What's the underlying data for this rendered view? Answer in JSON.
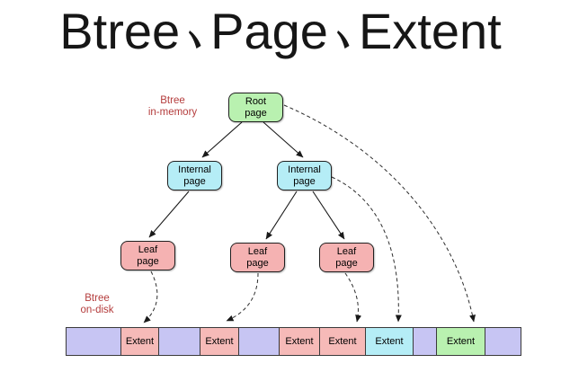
{
  "title": "Btree、Page、Extent",
  "title_parts": [
    "Btree",
    "Page",
    "Extent"
  ],
  "title_separator": "、",
  "annotations": {
    "in_memory": {
      "line1": "Btree",
      "line2": "in-memory"
    },
    "on_disk": {
      "line1": "Btree",
      "line2": "on-disk"
    }
  },
  "tree": {
    "root": {
      "line1": "Root",
      "line2": "page"
    },
    "internal_left": {
      "line1": "Internal",
      "line2": "page"
    },
    "internal_right": {
      "line1": "Internal",
      "line2": "page"
    },
    "leaf_1": {
      "line1": "Leaf",
      "line2": "page"
    },
    "leaf_2": {
      "line1": "Leaf",
      "line2": "page"
    },
    "leaf_3": {
      "line1": "Leaf",
      "line2": "page"
    }
  },
  "disk_bar": {
    "blocks": [
      {
        "kind": "free",
        "label": ""
      },
      {
        "kind": "leaf-extent",
        "label": "Extent"
      },
      {
        "kind": "free",
        "label": ""
      },
      {
        "kind": "leaf-extent",
        "label": "Extent"
      },
      {
        "kind": "free",
        "label": ""
      },
      {
        "kind": "leaf-extent",
        "label": "Extent"
      },
      {
        "kind": "leaf-extent",
        "label": "Extent"
      },
      {
        "kind": "internal-extent",
        "label": "Extent"
      },
      {
        "kind": "free",
        "label": ""
      },
      {
        "kind": "root-extent",
        "label": "Extent"
      },
      {
        "kind": "free",
        "label": ""
      }
    ]
  },
  "colors": {
    "root_page": "#b9f1b0",
    "internal_page": "#b5edf6",
    "leaf_page": "#f5b2b2",
    "free_space": "#c7c5f3",
    "extent_leaf": "#f6bab8",
    "extent_internal": "#b5edf6",
    "extent_root": "#b9f1b0",
    "annotation_text": "#b43c3c",
    "title_text": "#161616"
  }
}
